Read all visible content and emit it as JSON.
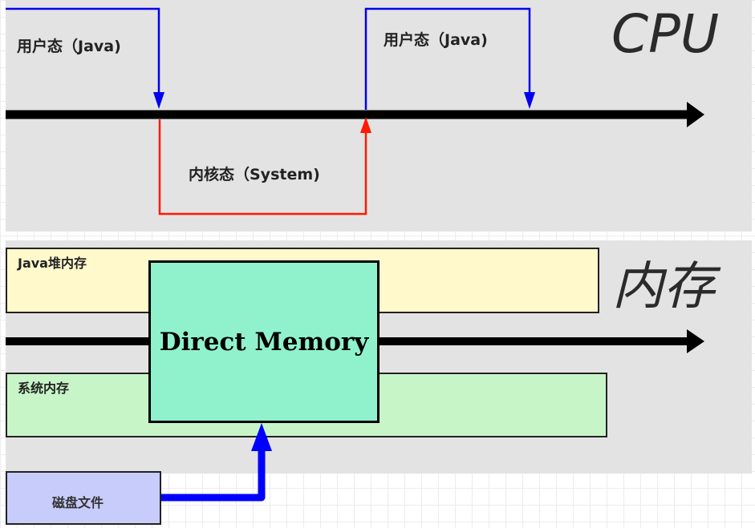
{
  "cpu_section": {
    "title": "CPU",
    "user_mode_label_1": "用户态（Java)",
    "user_mode_label_2": "用户态（Java)",
    "kernel_mode_label": "内核态（System)"
  },
  "memory_section": {
    "title": "内存",
    "java_heap_label": "Java堆内存",
    "system_memory_label": "系统内存",
    "direct_memory_label": "Direct Memory",
    "disk_file_label": "磁盘文件"
  },
  "colors": {
    "user_mode_line": "#0000ee",
    "kernel_mode_line": "#ff1a00",
    "timeline": "#000000",
    "java_heap_fill": "#fff9cc",
    "system_memory_fill": "#c8f5c8",
    "direct_memory_fill": "#90f2cc",
    "disk_file_fill": "#c8ccfa",
    "disk_to_direct_arrow": "#0000ff"
  }
}
